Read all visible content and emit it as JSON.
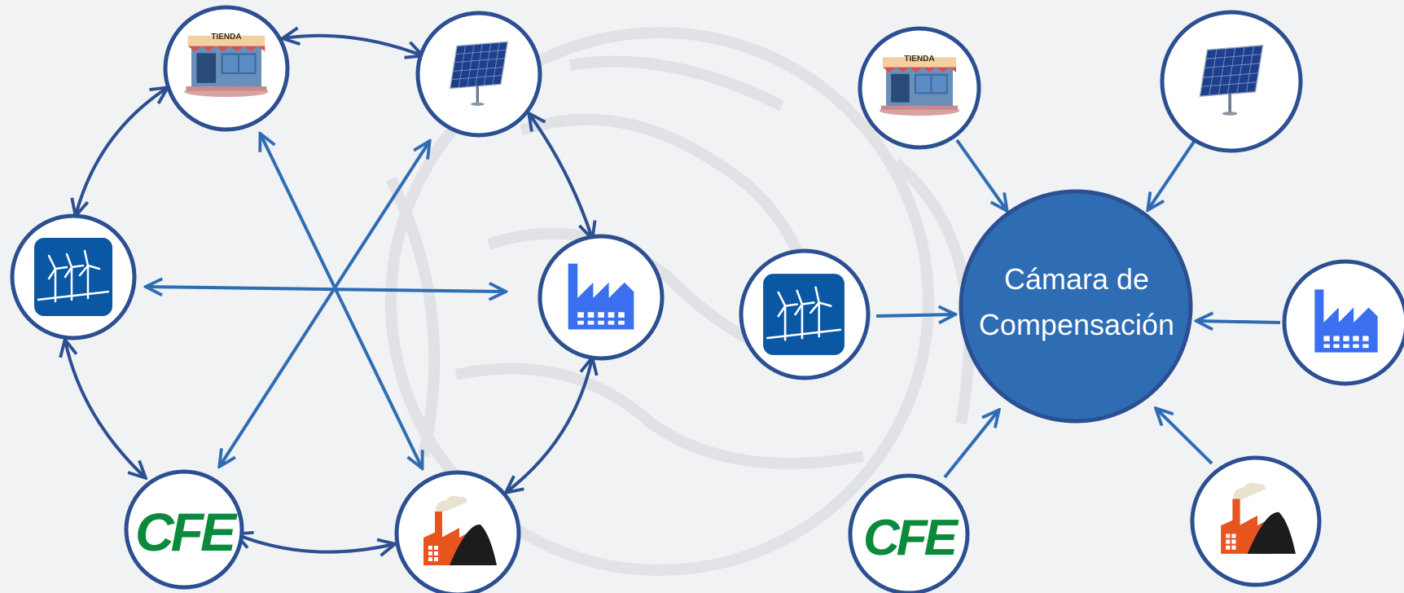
{
  "hub": {
    "line1": "Cámara de",
    "line2": "Compensación"
  },
  "icons": {
    "shop": {
      "name": "shop-icon",
      "sign": "TIENDA"
    },
    "solar": {
      "name": "solar-panel-icon"
    },
    "wind": {
      "name": "wind-turbine-icon"
    },
    "factory": {
      "name": "factory-icon"
    },
    "cfe": {
      "name": "cfe-logo-icon",
      "text": "CFE"
    },
    "coal": {
      "name": "coal-plant-icon"
    }
  },
  "colors": {
    "node_border": "#2b4f91",
    "arrow": "#2e6db3",
    "hub_fill": "#2e6db3",
    "hub_border": "#2b4f91",
    "wind_bg": "#0a57a3",
    "factory": "#3a6ff0",
    "cfe_green": "#0a8a3a",
    "coal_orange": "#e8541e",
    "background": "#f1f2f4",
    "watermark": "#dfe1e5"
  }
}
